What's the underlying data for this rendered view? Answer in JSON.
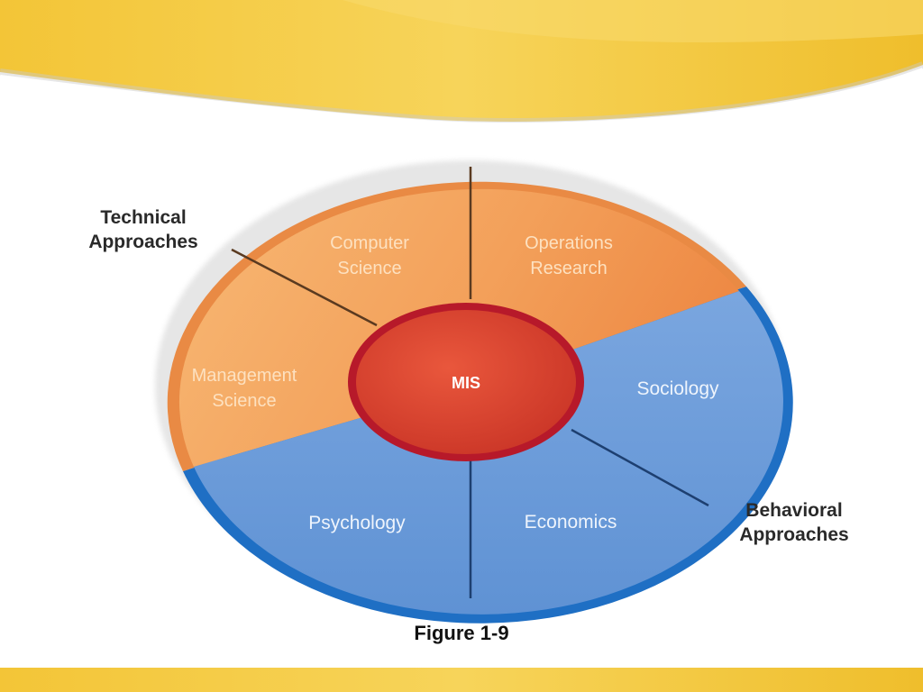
{
  "center": {
    "label": "MIS"
  },
  "segments": [
    {
      "key": "computer-science",
      "line1": "Computer",
      "line2": "Science"
    },
    {
      "key": "operations-research",
      "line1": "Operations",
      "line2": "Research"
    },
    {
      "key": "management-science",
      "line1": "Management",
      "line2": "Science"
    },
    {
      "key": "sociology",
      "line1": "Sociology",
      "line2": ""
    },
    {
      "key": "psychology",
      "line1": "Psychology",
      "line2": ""
    },
    {
      "key": "economics",
      "line1": "Economics",
      "line2": ""
    }
  ],
  "groups": {
    "technical": {
      "line1": "Technical",
      "line2": "Approaches"
    },
    "behavioral": {
      "line1": "Behavioral",
      "line2": "Approaches"
    }
  },
  "caption": "Figure 1-9",
  "colors": {
    "banner_gold": "#f1c232",
    "technical_orange": "#f4a257",
    "behavioral_blue": "#6a9bd8",
    "behavioral_rim": "#1f6fc4",
    "center_red": "#d8412e",
    "center_rim": "#b7192a"
  }
}
